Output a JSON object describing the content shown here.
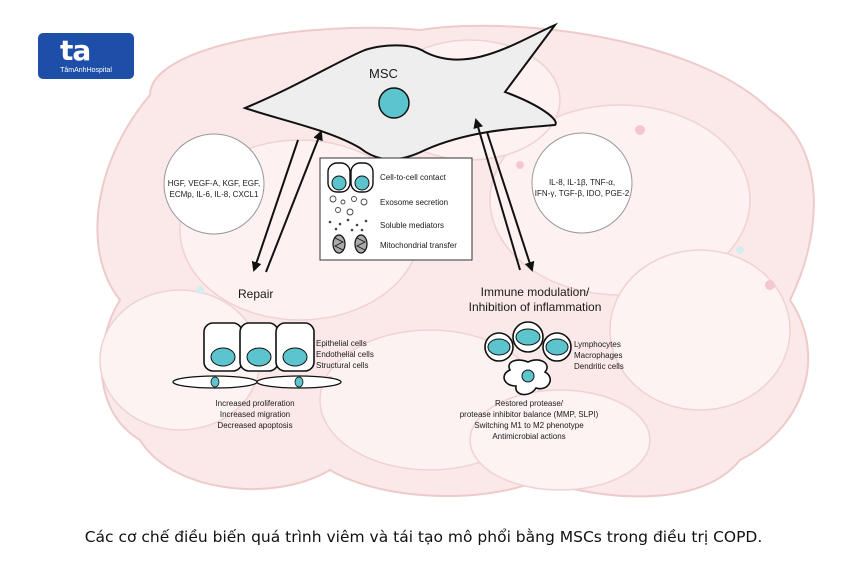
{
  "logo": {
    "mark": "ta",
    "name": "TâmAnhHospital"
  },
  "diagram": {
    "center_label": "MSC",
    "left_bubble": [
      "HGF, VEGF-A, KGF, EGF,",
      "ECMp, IL-6, IL-8, CXCL1"
    ],
    "right_bubble": [
      "IL-8, IL-1β, TNF-α,",
      "IFN-γ, TGF-β, IDO, PGE-2"
    ],
    "mechanisms": {
      "contact": "Cell-to-cell contact",
      "exosome": "Exosome secretion",
      "soluble": "Soluble mediators",
      "mito": "Mitochondrial transfer"
    },
    "repair": {
      "title": "Repair",
      "cell_types": [
        "Epithelial cells",
        "Endothelial cells",
        "Structural cells"
      ],
      "effects": [
        "Increased proliferation",
        "Increased migration",
        "Decreased apoptosis"
      ]
    },
    "immune": {
      "title_line1": "Immune modulation/",
      "title_line2": "Inhibition of inflammation",
      "cell_types": [
        "Lymphocytes",
        "Macrophages",
        "Dendritic cells"
      ],
      "effects": [
        "Restored protease/",
        "protease inhibitor balance (MMP, SLPI)",
        "Switching M1 to M2 phenotype",
        "Antimicrobial actions"
      ]
    }
  },
  "caption": "Các cơ chế điều biến quá trình viêm và tái tạo mô phổi bằng MSCs trong điều trị COPD.",
  "colors": {
    "cell_fill": "#5bc4cc",
    "lung_fill": "#f9e4e4",
    "lung_edge": "#eecaca",
    "brand": "#1e4fa8"
  }
}
